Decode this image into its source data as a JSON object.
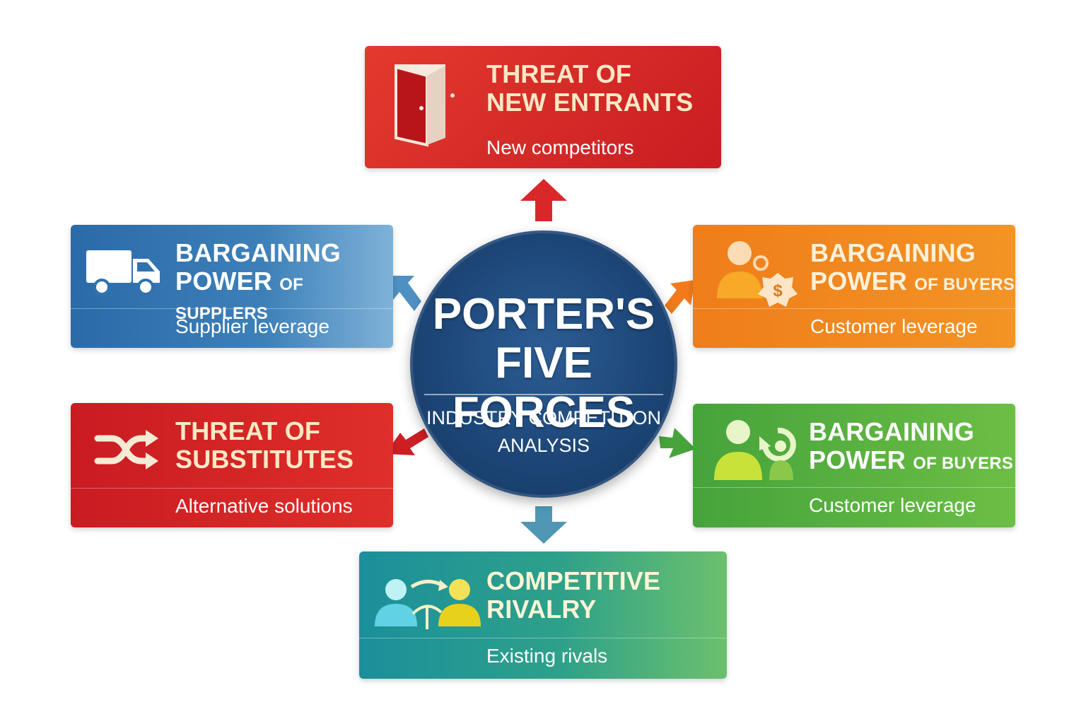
{
  "center": {
    "title_line1": "PORTER'S",
    "title_line2": "FIVE FORCES",
    "subtitle_line1": "INDUSTRY COMPETITION",
    "subtitle_line2": "ANALYSIS"
  },
  "forces": {
    "new_entrants": {
      "title_line1": "THREAT OF",
      "title_line2": "NEW ENTRANTS",
      "subtitle": "New competitors",
      "icon": "door-icon",
      "color": "#d42a26"
    },
    "suppliers": {
      "title_line1": "BARGAINING",
      "title_line2": "POWER",
      "title_small": "OF SUPPLERS",
      "subtitle": "Supplier leverage",
      "icon": "truck-icon",
      "color": "#2f72ae"
    },
    "buyers": {
      "title_line1": "BARGAINING",
      "title_line2": "POWER",
      "title_small": "OF BUYERS",
      "subtitle": "Customer leverage",
      "icon": "buyer-dollar-icon",
      "color": "#f08a21"
    },
    "substitutes": {
      "title_line1": "THREAT OF",
      "title_line2": "SUBSTITUTES",
      "subtitle": "Alternative solutions",
      "icon": "shuffle-icon",
      "color": "#cf2126"
    },
    "buyers_2": {
      "title_line1": "BARGAINING",
      "title_line2": "POWER",
      "title_small": "OF BUYERS",
      "subtitle": "Customer leverage",
      "icon": "buyer-refresh-icon",
      "color": "#55ac3e"
    },
    "rivalry": {
      "title_line1": "COMPETITIVE",
      "title_line2": "RIVALRY",
      "subtitle": "Existing rivals",
      "icon": "rivals-exchange-icon",
      "color": "#22979a"
    }
  }
}
